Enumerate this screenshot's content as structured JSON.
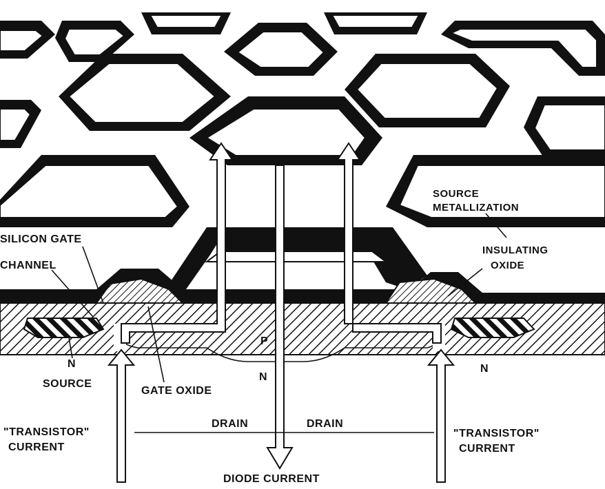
{
  "labels": {
    "silicon_gate": "SILICON GATE",
    "channel": "CHANNEL",
    "n_left": "N",
    "source": "SOURCE",
    "gate_oxide": "GATE OXIDE",
    "transistor_current_left_1": "\"TRANSISTOR\"",
    "transistor_current_left_2": "CURRENT",
    "drain_left": "DRAIN",
    "drain_right": "DRAIN",
    "diode_current": "DIODE CURRENT",
    "p_region": "P",
    "n_center": "N",
    "n_right": "N",
    "source_metallization_1": "SOURCE",
    "source_metallization_2": "METALLIZATION",
    "insulating_oxide_1": "INSULATING",
    "insulating_oxide_2": "OXIDE",
    "transistor_current_right_1": "\"TRANSISTOR\"",
    "transistor_current_right_2": "CURRENT"
  }
}
